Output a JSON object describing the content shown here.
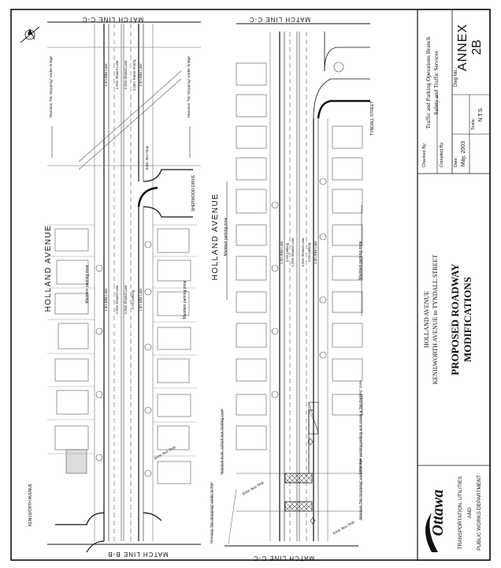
{
  "title_block": {
    "annex": "ANNEX",
    "annex_number": "2B",
    "branch_line1": "Traffic and Parking Operations Branch",
    "branch_line2": "Safety and Traffic Services",
    "dwg_no_label": "Dwg No.:",
    "checked_by_label": "Checked By:",
    "compiled_by_label": "Compiled By:",
    "date_label": "Date:",
    "date_value": "May, 2003",
    "scale_label": "Scale:",
    "scale_value": "N.T.S.",
    "project_line1": "HOLLAND AVENUE",
    "project_line2": "KENILWORTH AVENUE to TYNDALL STREET",
    "drawing_title_line1": "PROPOSED ROADWAY",
    "drawing_title_line2": "MODIFICATIONS",
    "logo_text": "Ottawa",
    "dept_line1": "TRANSPORTATION, UTILITIES",
    "dept_line2": "AND",
    "dept_line3": "PUBLIC WORKS DEPARTMENT"
  },
  "upper_plan": {
    "street_name": "HOLLAND AVENUE",
    "match_line_top": "MATCH LINE C-C",
    "match_line_bottom": "MATCH LINE B-B",
    "cross_street_1": "KENILWORTH AVENUE",
    "cross_street_2": "SHERWOOD DRIVE",
    "parking_note": "Maintain parking zone",
    "parking_note_2": "Maintain parking zone",
    "no_stopping_1": "Maintain \"No Stopping\" under bridge",
    "no_stopping_2": "Maintain \"No Stopping\" under bridge",
    "school_bus_note": "Maintain exist. school bus loading zone",
    "bus_stop_1": "Exist. Bus Stop",
    "bus_stop_2": "Exist. Bus Stop",
    "lane_labels": [
      "1.5m Bike Lane",
      "4.25m Shared Lane",
      "4.25m Shared Lane",
      "2.5m parking",
      "1.5m Bike Lane"
    ],
    "lane_labels_right": [
      "1.5m Bike Lane",
      "4.25m Shared Lane",
      "4.25m Shared Lane",
      "3.25m Transit Priority",
      "1.5m Bike Lane"
    ]
  },
  "lower_plan": {
    "street_name": "HOLLAND AVENUE",
    "match_line_top": "MATCH LINE C-C",
    "match_line_bottom": "MATCH LINE C-C",
    "cross_street": "TYNDALL STREET",
    "parking_note": "Maintain parking zone",
    "parking_note_2": "Maintain parking zone",
    "no_stopping_1": "Maintain \"No Stopping\" under bridge",
    "no_stopping_2": "Maintain \"No Stopping\" under bridge",
    "remove_parking_note": "Remove existing parking and create a \"No Parking\" zone",
    "bus_stop_1": "Exist. Bus Stop",
    "bus_stop_2": "Exist. Bus Stop",
    "lane_labels": [
      "1.5m Bike Lane",
      "2.5m parking",
      "4.25m Shared Lane",
      "4.25m Shared Lane",
      "2.5m parking",
      "1.5m Bike Lane"
    ]
  }
}
